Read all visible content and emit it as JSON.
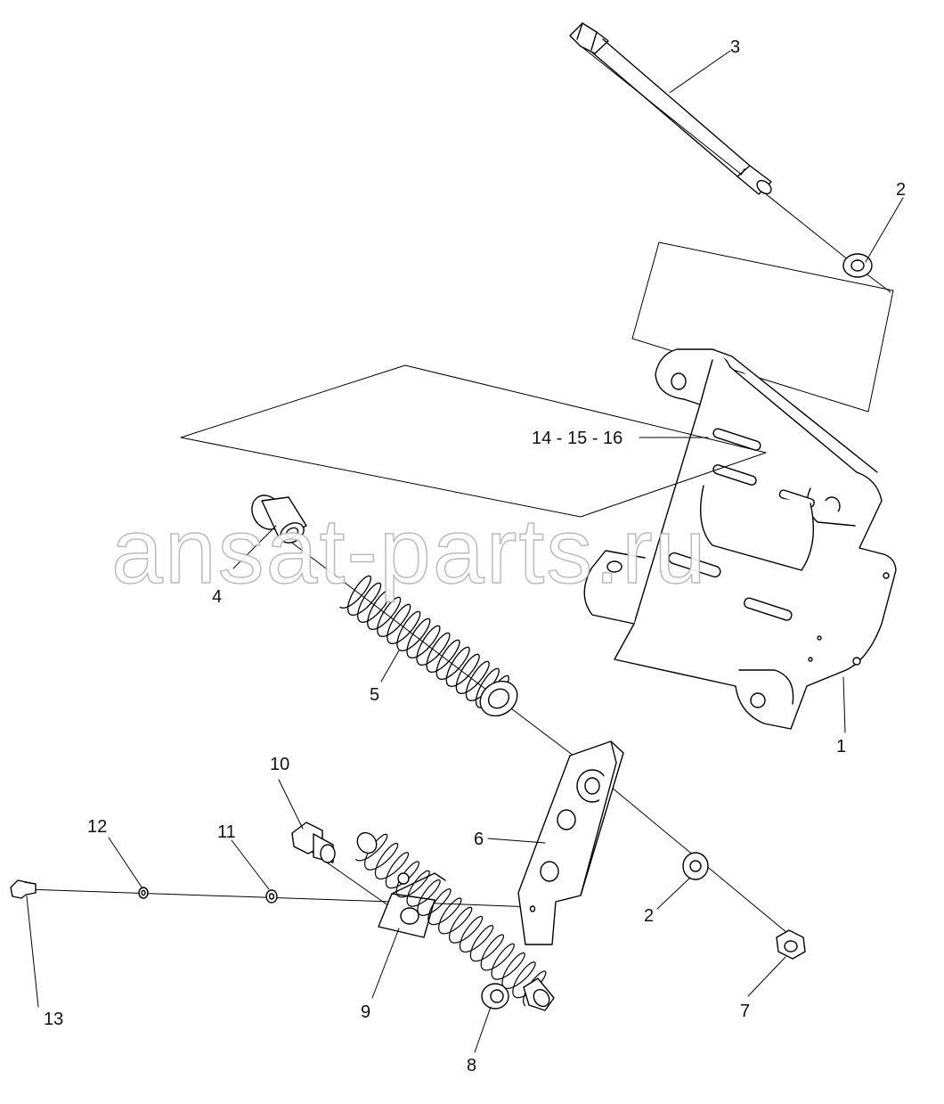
{
  "callouts": {
    "c1": "1",
    "c2a": "2",
    "c2b": "2",
    "c3": "3",
    "c4": "4",
    "c5": "5",
    "c6": "6",
    "c7": "7",
    "c8": "8",
    "c9": "9",
    "c10": "10",
    "c11": "11",
    "c12": "12",
    "c13": "13",
    "c14": "14 - 15 - 16"
  },
  "watermark": "ansat-parts.ru",
  "colors": {
    "line": "#000000",
    "watermark_outline": "#b4b4b4"
  }
}
